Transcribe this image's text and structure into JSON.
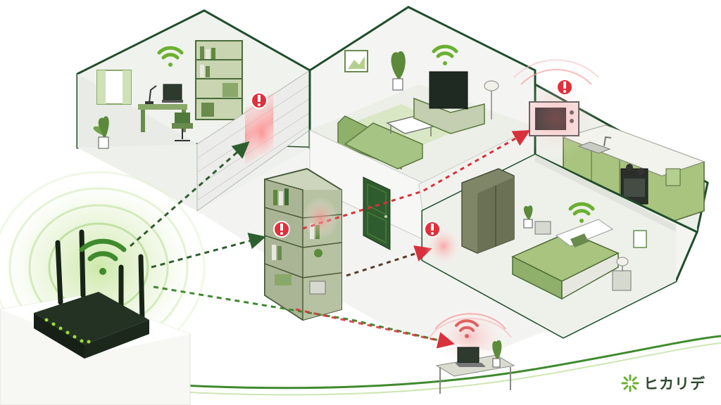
{
  "colors": {
    "accent": "#8cc152",
    "dark_green": "#2e5e2e",
    "wall_green": "#1f4d2b",
    "warning_red": "#e0303b",
    "signal_lost": "#e05555"
  },
  "router": {
    "icon": "wifi-router-icon",
    "status": "broadcasting"
  },
  "signal_paths": [
    {
      "target": "office",
      "state": "blocked",
      "obstacle": "brick-wall"
    },
    {
      "target": "bookshelf",
      "state": "blocked",
      "obstacle": "bookshelf"
    },
    {
      "target": "kitchen",
      "state": "blocked",
      "obstacle": "microwave"
    },
    {
      "target": "bedroom",
      "state": "blocked",
      "obstacle": "wall"
    },
    {
      "target": "remote-desk",
      "state": "weak",
      "obstacle": "distance"
    }
  ],
  "rooms": [
    {
      "id": "office",
      "wifi": "good"
    },
    {
      "id": "living",
      "wifi": "good"
    },
    {
      "id": "kitchen",
      "wifi": "interference"
    },
    {
      "id": "bedroom",
      "wifi": "good"
    }
  ],
  "brand": {
    "name": "ヒカリデ",
    "logo_icon": "sparkle-logo-icon"
  }
}
